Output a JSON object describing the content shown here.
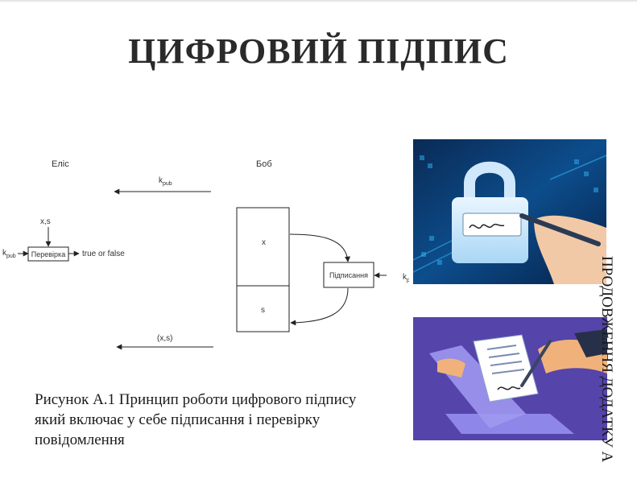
{
  "slide": {
    "title": "ЦИФРОВИЙ ПІДПИС",
    "side_label": "ПРОДОВЖЕННЯ ДОДАТКУ А",
    "caption": "Рисунок А.1 Принцип роботи цифрового підпису який включає у себе підписання і перевірку повідомлення"
  },
  "diagram": {
    "alice_label": "Еліс",
    "bob_label": "Боб",
    "kpub_top": {
      "base": "k",
      "sub": "pub"
    },
    "kpub_left": {
      "base": "k",
      "sub": "pub"
    },
    "kpr": {
      "base": "k",
      "sub": "pr"
    },
    "xs_input": "x,s",
    "verify_box": "Перевірка",
    "result": "true or false",
    "x_cell": "x",
    "s_cell": "s",
    "sign_box": "Підписання",
    "xs_message": "(x,s)"
  },
  "images": {
    "lock_image": "padlock-signature-illustration",
    "laptop_image": "laptop-document-signing-illustration"
  }
}
